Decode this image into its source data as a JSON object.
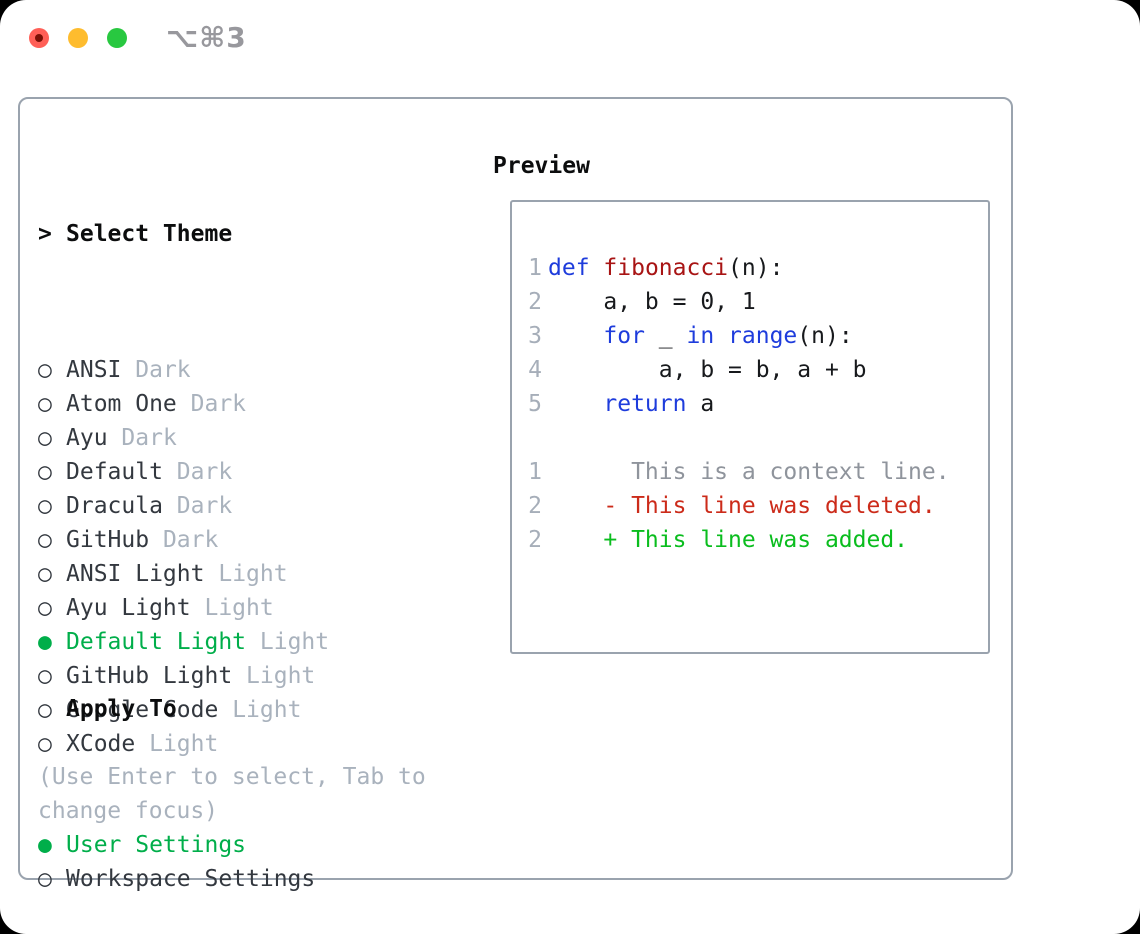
{
  "window": {
    "title": "⌥⌘3"
  },
  "colors": {
    "selection_green": "#00ae4a",
    "added_green": "#0abd1e",
    "deleted_red": "#cc2b1a",
    "keyword_blue": "#1e3cdc",
    "function_red": "#a81414",
    "gutter_gray": "#a6aeb9",
    "context_gray": "#8f949c",
    "dim_gray": "#a9b2bd",
    "text_dark": "#33383f",
    "heading_black": "#0c0d0e",
    "border_gray": "#9aa3ae",
    "title_gray": "#98989d",
    "traffic_red": "#ff5f57",
    "traffic_yellow": "#febc2e",
    "traffic_green": "#28c840"
  },
  "theme_panel": {
    "header": {
      "marker": ">",
      "label": "Select Theme"
    },
    "radio_unselected": "○",
    "radio_selected": "●",
    "themes": [
      {
        "name": "ANSI",
        "variant": "Dark",
        "selected": false
      },
      {
        "name": "Atom One",
        "variant": "Dark",
        "selected": false
      },
      {
        "name": "Ayu",
        "variant": "Dark",
        "selected": false
      },
      {
        "name": "Default",
        "variant": "Dark",
        "selected": false
      },
      {
        "name": "Dracula",
        "variant": "Dark",
        "selected": false
      },
      {
        "name": "GitHub",
        "variant": "Dark",
        "selected": false
      },
      {
        "name": "ANSI Light",
        "variant": "Light",
        "selected": false
      },
      {
        "name": "Ayu Light",
        "variant": "Light",
        "selected": false
      },
      {
        "name": "Default Light",
        "variant": "Light",
        "selected": true
      },
      {
        "name": "GitHub Light",
        "variant": "Light",
        "selected": false
      },
      {
        "name": "Google Code",
        "variant": "Light",
        "selected": false
      },
      {
        "name": "XCode",
        "variant": "Light",
        "selected": false
      }
    ],
    "apply_to": {
      "label": "Apply To",
      "options": [
        {
          "name": "User Settings",
          "selected": true
        },
        {
          "name": "Workspace Settings",
          "selected": false
        }
      ]
    },
    "help_lines": [
      "(Use Enter to select, Tab to",
      "change focus)"
    ]
  },
  "preview": {
    "label": "Preview",
    "code_lines": [
      {
        "num": "1",
        "segments": [
          {
            "t": "def",
            "c": "keyword"
          },
          {
            "t": " "
          },
          {
            "t": "fibonacci",
            "c": "function"
          },
          {
            "t": "(n):"
          }
        ]
      },
      {
        "num": "2",
        "segments": [
          {
            "t": "    a, b = 0, 1"
          }
        ]
      },
      {
        "num": "3",
        "segments": [
          {
            "t": "    "
          },
          {
            "t": "for",
            "c": "keyword"
          },
          {
            "t": " _ "
          },
          {
            "t": "in",
            "c": "keyword"
          },
          {
            "t": " "
          },
          {
            "t": "range",
            "c": "keyword"
          },
          {
            "t": "(n):"
          }
        ]
      },
      {
        "num": "4",
        "segments": [
          {
            "t": "        a, b = b, a + b"
          }
        ]
      },
      {
        "num": "5",
        "segments": [
          {
            "t": "    "
          },
          {
            "t": "return",
            "c": "keyword"
          },
          {
            "t": " a"
          }
        ]
      }
    ],
    "diff_lines": [
      {
        "num": "1",
        "type": "context",
        "text": "      This is a context line."
      },
      {
        "num": "2",
        "type": "deleted",
        "text": "    - This line was deleted."
      },
      {
        "num": "2",
        "type": "added",
        "text": "    + This line was added."
      }
    ]
  }
}
